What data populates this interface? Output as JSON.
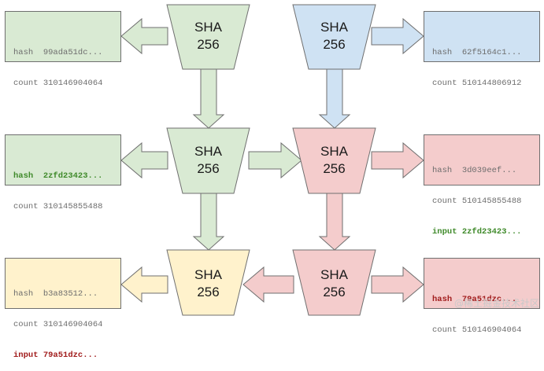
{
  "colors": {
    "green_fill": "#d9ead3",
    "blue_fill": "#cfe2f3",
    "red_fill": "#f4cccc",
    "yellow_fill": "#fff2cc",
    "stroke": "#6f6f6f",
    "highlight_green": "#3f8a2a",
    "highlight_red": "#a11c1c"
  },
  "hashers": [
    {
      "label1": "SHA",
      "label2": "256"
    },
    {
      "label1": "SHA",
      "label2": "256"
    },
    {
      "label1": "SHA",
      "label2": "256"
    },
    {
      "label1": "SHA",
      "label2": "256"
    },
    {
      "label1": "SHA",
      "label2": "256"
    },
    {
      "label1": "SHA",
      "label2": "256"
    }
  ],
  "boxes": [
    {
      "lines": [
        {
          "key": "hash",
          "value": "99ada51dc..."
        },
        {
          "key": "count",
          "value": "310146904064"
        }
      ]
    },
    {
      "lines": [
        {
          "key": "hash",
          "value": "62f5164c1..."
        },
        {
          "key": "count",
          "value": "510144806912"
        }
      ]
    },
    {
      "lines": [
        {
          "key": "hash",
          "value": "2zfd23423..."
        },
        {
          "key": "count",
          "value": "310145855488"
        }
      ]
    },
    {
      "lines": [
        {
          "key": "hash",
          "value": "3d039eef..."
        },
        {
          "key": "count",
          "value": "510145855488"
        },
        {
          "key": "input",
          "value": "2zfd23423..."
        }
      ]
    },
    {
      "lines": [
        {
          "key": "hash",
          "value": "b3a83512..."
        },
        {
          "key": "count",
          "value": "310146904064"
        },
        {
          "key": "input",
          "value": "79a51dzc..."
        }
      ]
    },
    {
      "lines": [
        {
          "key": "hash",
          "value": "79a51dzc..."
        },
        {
          "key": "count",
          "value": "510146904064"
        }
      ]
    }
  ],
  "watermark": "@稀土掘金技术社区"
}
